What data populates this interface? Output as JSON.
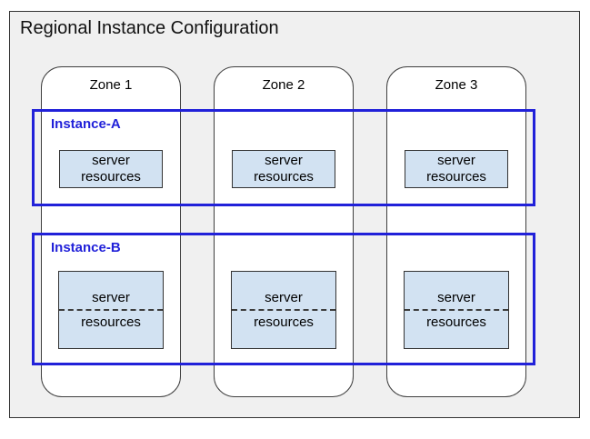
{
  "diagram": {
    "title": "Regional Instance Configuration",
    "zones": [
      {
        "label": "Zone 1"
      },
      {
        "label": "Zone 2"
      },
      {
        "label": "Zone 3"
      }
    ],
    "instances": [
      {
        "label": "Instance-A"
      },
      {
        "label": "Instance-B"
      }
    ],
    "server_box": {
      "line1": "server",
      "line2": "resources"
    },
    "colors": {
      "region_background": "#f0f0f0",
      "zone_fill": "#ffffff",
      "instance_border": "#2121d9",
      "instance_label_text": "#2121d9",
      "server_box_fill": "#d2e2f2",
      "outline_dark": "#333333"
    }
  }
}
